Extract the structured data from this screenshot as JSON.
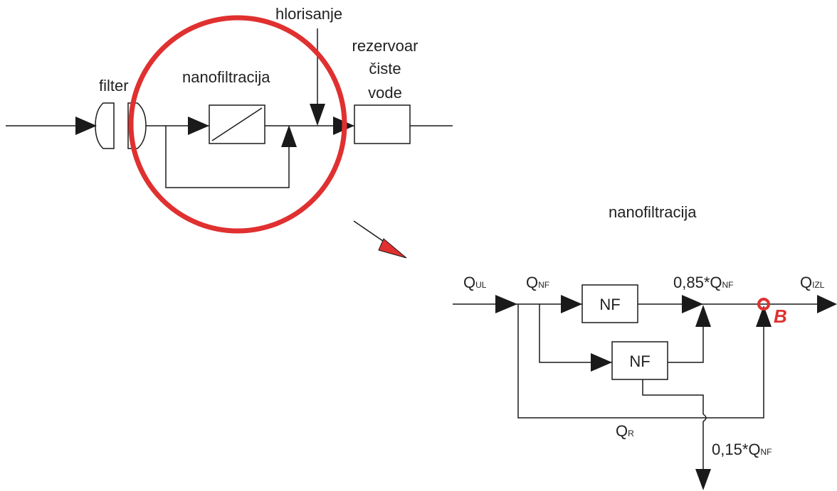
{
  "colors": {
    "line": "#1a1a1a",
    "highlight": "#e03030",
    "background": "#ffffff"
  },
  "top_diagram": {
    "filter_label": "filter",
    "nanofiltration_label": "nanofiltracija",
    "chlorination_label": "hlorisanje",
    "reservoir_label_lines": [
      "rezervoar",
      "čiste",
      "vode"
    ]
  },
  "bottom_diagram": {
    "title": "nanofiltracija",
    "nf_box_1": "NF",
    "nf_box_2": "NF",
    "q_inlet": {
      "main": "Q",
      "sub": "UL"
    },
    "q_nf": {
      "main": "Q",
      "sub": "NF"
    },
    "q_permeate": {
      "prefix": "0,85*Q",
      "sub": "NF"
    },
    "q_outlet": {
      "main": "Q",
      "sub": "IZL"
    },
    "q_recirc": {
      "main": "Q",
      "sub": "R"
    },
    "q_concentrate": {
      "prefix": "0,15*Q",
      "sub": "NF"
    },
    "point_b": "B"
  }
}
